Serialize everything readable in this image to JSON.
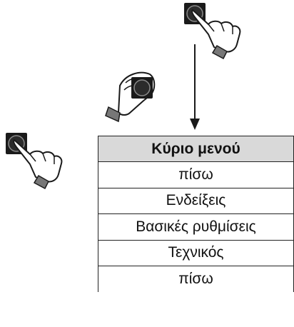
{
  "menu": {
    "header": "Κύριο μενού",
    "items": [
      {
        "label": "πίσω"
      },
      {
        "label": "Ενδείξεις"
      },
      {
        "label": "Βασικές ρυθμίσεις"
      },
      {
        "label": "Τεχνικός"
      },
      {
        "label": "πίσω"
      }
    ]
  },
  "icons": {
    "press_top": "hand-press-knob-icon",
    "rotate": "hand-rotate-knob-icon",
    "press_left": "hand-press-knob-icon",
    "arrow": "arrow-down-icon"
  },
  "colors": {
    "header_bg": "#d9d9d9",
    "knob": "#1a1a1a",
    "cuff": "#777777"
  }
}
